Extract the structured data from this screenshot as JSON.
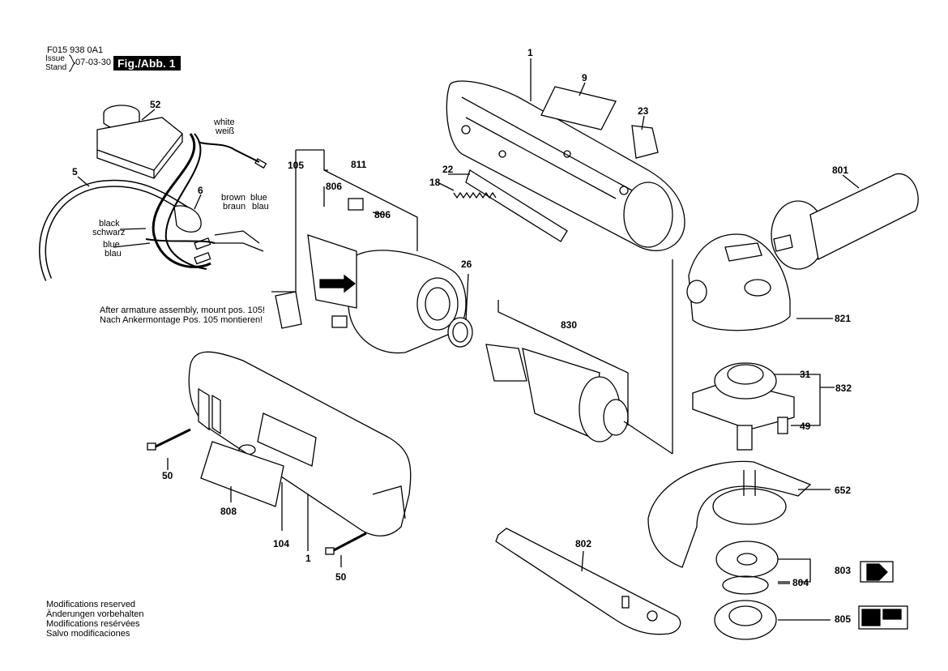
{
  "header": {
    "doc_number": "F015 938 0A1",
    "issue_en": "Issue",
    "issue_de": "Stand",
    "date": "07-03-30",
    "figure": "Fig./Abb. 1"
  },
  "wires": {
    "white": "white",
    "white_de": "weiß",
    "brown": "brown",
    "brown_de": "braun",
    "blue": "blue",
    "blue_de": "blau",
    "black": "black",
    "black_de": "schwarz",
    "blue2": "blue",
    "blue2_de": "blau"
  },
  "notes": {
    "armature_en": "After armature assembly, mount pos. 105!",
    "armature_de": "Nach Ankermontage Pos. 105 montieren!"
  },
  "footer": [
    "Modifications reserved",
    "Änderungen vorbehalten",
    "Modifications resérvées",
    "Salvo modificaciones"
  ],
  "parts": {
    "p1a": "1",
    "p9": "9",
    "p23": "23",
    "p52": "52",
    "p5": "5",
    "p6": "6",
    "p105": "105",
    "p811": "811",
    "p806a": "806",
    "p806b": "806",
    "p22": "22",
    "p18": "18",
    "p801": "801",
    "p26": "26",
    "p821": "821",
    "p830": "830",
    "p31": "31",
    "p832": "832",
    "p49": "49",
    "p50a": "50",
    "p808": "808",
    "p104": "104",
    "p1b": "1",
    "p50b": "50",
    "p652": "652",
    "p802": "802",
    "p803": "803",
    "p804": "804",
    "p805": "805"
  }
}
